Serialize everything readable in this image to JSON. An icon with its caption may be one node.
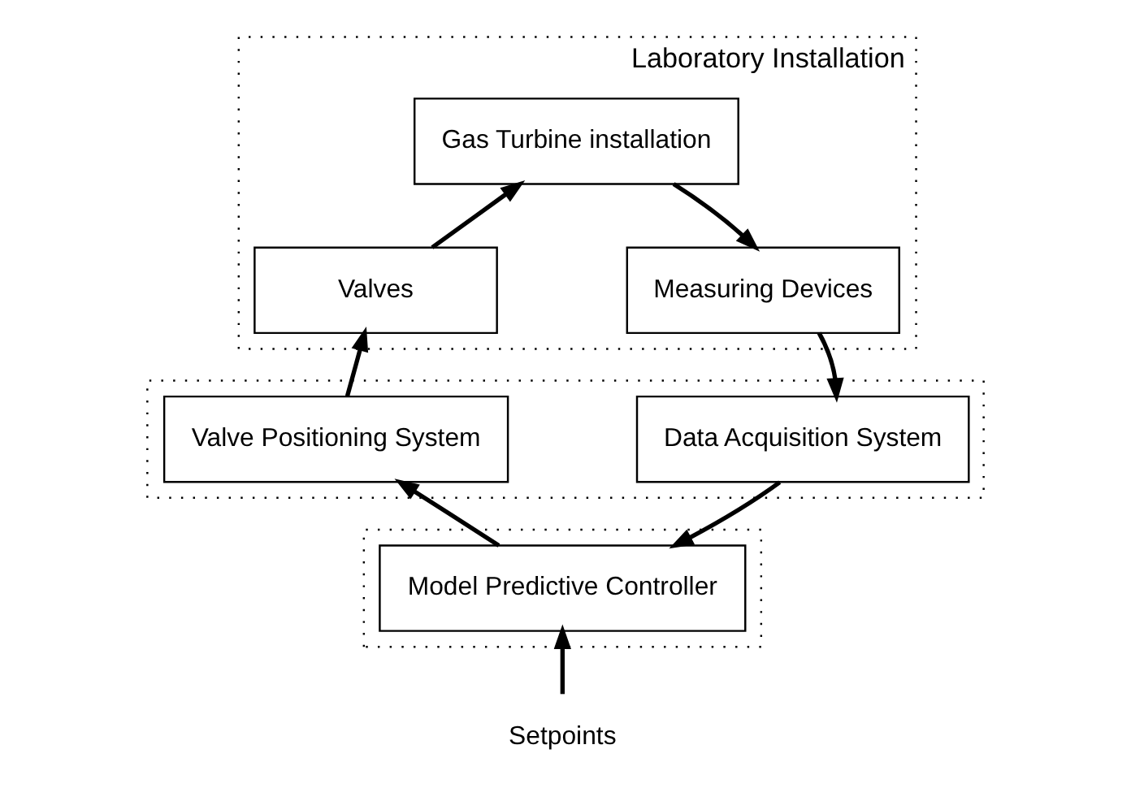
{
  "diagram": {
    "nodes": [
      {
        "text": [
          "Laboratory Installation"
        ]
      },
      {
        "text": [
          "Gas Turbine installation"
        ],
        "in": 0
      },
      {
        "text": [
          "Valves"
        ],
        "in": 0
      },
      {
        "text": [
          "Measuring Devices"
        ],
        "in": 0
      },
      {
        "text": [],
        "shape": "box"
      },
      {
        "text": [
          "Valve Positioning System"
        ],
        "in": 4
      },
      {
        "text": [
          "Data Acquisition System"
        ],
        "in": 4
      },
      {
        "text": [],
        "shape": "box"
      },
      {
        "text": [
          "Model Predictive Controller"
        ],
        "in": 7
      },
      {
        "text": [
          "Setpoints"
        ]
      }
    ],
    "edges": [
      {
        "from": 2,
        "to": 1,
        "arrow": "to"
      },
      {
        "from": 1,
        "to": 3,
        "arrow": "to"
      },
      {
        "from": 3,
        "to": 6,
        "arrow": "to"
      },
      {
        "from": 6,
        "to": 8,
        "arrow": "to"
      },
      {
        "from": 8,
        "to": 5,
        "arrow": "to"
      },
      {
        "from": 5,
        "to": 2,
        "arrow": "to"
      },
      {
        "from": 9,
        "to": 8,
        "arrow": "to"
      }
    ]
  }
}
